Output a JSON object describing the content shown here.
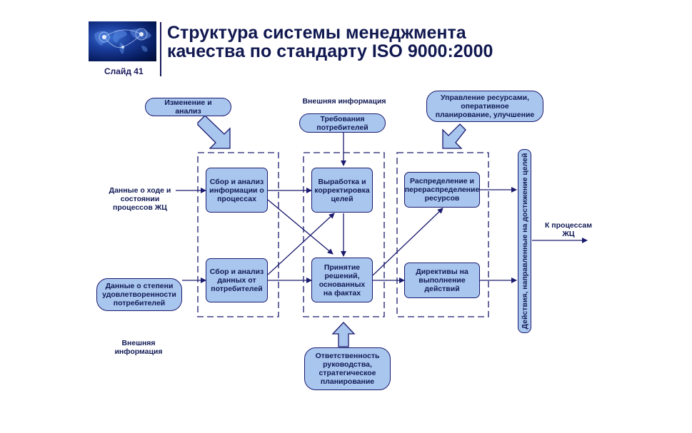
{
  "slide": {
    "number_label": "Слайд 41",
    "title_line1": "Структура системы менеджмента",
    "title_line2": "качества по стандарту ISO 9000:2000"
  },
  "labels": {
    "external_info_top": "Внешняя информация",
    "external_info_bottom": "Внешняя информация",
    "data_progress": "Данные о ходе и состоянии процессов ЖЦ",
    "to_processes": "К процессам ЖЦ"
  },
  "pills": {
    "change_analysis": "Изменение и анализ",
    "customer_requirements": "Требования потребителей",
    "resource_management": "Управление ресурсами, оперативное планирование, улучшение",
    "customer_satisfaction": "Данные о степени удовлетворенности потребителей",
    "responsibility": "Ответственность руководства, стратегическое планирование"
  },
  "boxes": {
    "collect_process_info": "Сбор и анализ информации о процессах",
    "collect_customer_data": "Сбор и анализ данных от потребителей",
    "develop_goals": "Выработка и корректировка целей",
    "fact_decisions": "Принятие решений, основанных на фактах",
    "resource_distribution": "Распределение и перераспределение ресурсов",
    "action_directives": "Директивы на выполнение действий"
  },
  "vertical_bar": "Действия, направленные на достижение целей",
  "colors": {
    "box_fill": "#a9c6ee",
    "box_border": "#1a1a6e",
    "text": "#111a55"
  }
}
